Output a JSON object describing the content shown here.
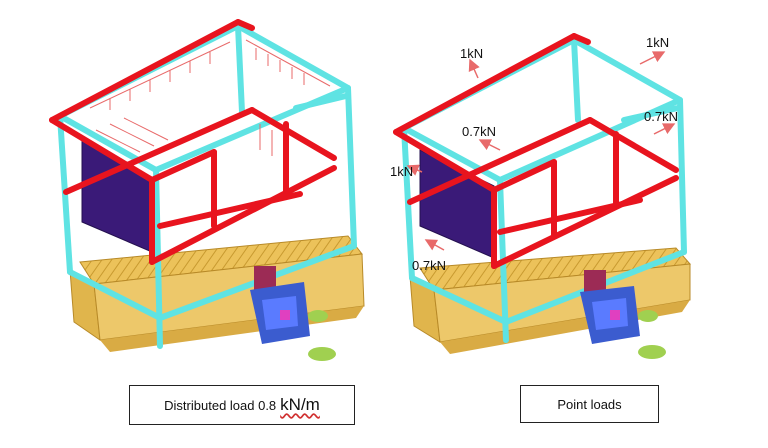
{
  "captions": {
    "distributed_prefix": "Distributed load 0.8",
    "distributed_unit": "kN/m",
    "point": "Point loads"
  },
  "point_loads": {
    "top_left": "1kN",
    "top_right": "1kN",
    "mid_center": "0.7kN",
    "mid_right": "0.7kN",
    "side_left": "1kN",
    "lower_left": "0.7kN"
  },
  "colors": {
    "frame_cyan": "#5fe3e3",
    "rail_red": "#e8141e",
    "floor_yellow": "#ecc25a",
    "panel_purple": "#3a1a78",
    "load_arrow": "#e86a6a",
    "bracket_blue": "#3b5ccf"
  }
}
